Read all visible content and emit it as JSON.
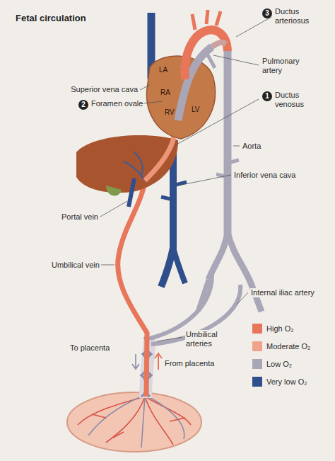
{
  "diagram": {
    "title": "Fetal circulation",
    "labels": [
      "3",
      "Ductus arteriosus",
      "Superior vena cava",
      "LA",
      "RA",
      "2",
      "Foramen ovale",
      "RV",
      "LV",
      "Pulmonary artery",
      "1",
      "Ductus venosus",
      "Aorta",
      "Inferior vena cava",
      "Portal vein",
      "Umbilical vein",
      "Internal iliac artery",
      "Umbilical arteries",
      "To placenta",
      "From placenta"
    ],
    "legend": [
      {
        "text": "High O₂",
        "color": "#e8765a"
      },
      {
        "text": "Moderate O₂",
        "color": "#f0a28c"
      },
      {
        "text": "Low O₂",
        "color": "#a9a6b8"
      },
      {
        "text": "Very low O₂",
        "color": "#2e4e8c"
      }
    ]
  }
}
